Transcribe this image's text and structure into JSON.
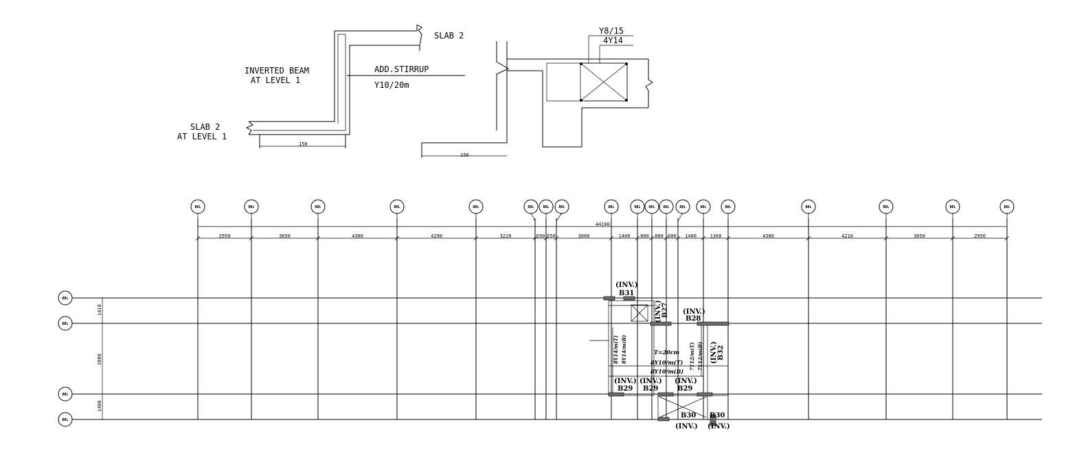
{
  "detail_left": {
    "title_line1": "INVERTED BEAM",
    "title_line2": "AT LEVEL 1",
    "slab_top": "SLAB 2",
    "slab_bottom_line1": "SLAB 2",
    "slab_bottom_line2": "AT LEVEL 1",
    "stirrup_label": "ADD.STIRRUP",
    "stirrup_spec": "Y10/20m",
    "dimension": "150"
  },
  "detail_right": {
    "stirrup": "Y8/15",
    "bars": "4Y14",
    "dimension": "150"
  },
  "plan": {
    "grid_bubble_text": "BBL",
    "overall_dimension": "44100",
    "column_spacings": [
      "2950",
      "3650",
      "4300",
      "4290",
      "3220",
      "590",
      "550",
      "3000",
      "1400",
      "800",
      "800",
      "600",
      "1400",
      "1360",
      "4380",
      "4210",
      "3650",
      "2950"
    ],
    "row_spacings": [
      "1410",
      "3800",
      "1400"
    ],
    "beams": {
      "b31_tag": "(INV.)",
      "b31": "B31",
      "b27_tag": "(INV.)",
      "b27": "B27",
      "b28_tag": "(INV.)",
      "b28": "B28",
      "b32_tag": "(INV.)",
      "b32": "B32",
      "b29a_tag": "(INV.)",
      "b29a": "B29",
      "b29b_tag": "(INV.)",
      "b29b": "B29",
      "b29c_tag": "(INV.)",
      "b29c": "B29",
      "b30a": "B30",
      "b30a_tag": "(INV.)",
      "b30b": "B30",
      "b30b_tag": "(INV.)"
    },
    "slab_notes": {
      "thickness": "T=20cm",
      "top_bars": "8Y10/m(T)",
      "bottom_bars": "8Y10/m(B)",
      "left_top": "8Y14/m(T)",
      "left_bottom": "8Y14/m(B)",
      "right_top": "7Y12/m(T)",
      "right_bottom": "7Y12/m(B)"
    }
  }
}
